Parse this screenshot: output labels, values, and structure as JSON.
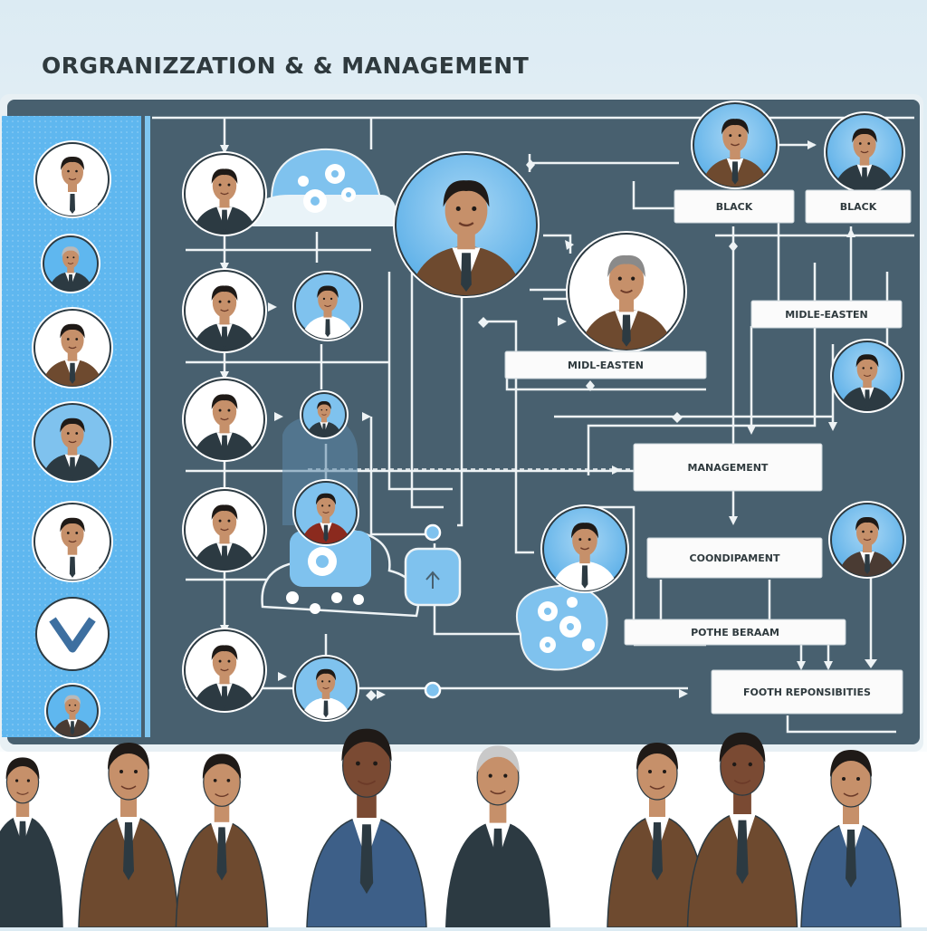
{
  "header": {
    "title": "ORGRANIZZATION & & MANAGEMENT"
  },
  "colors": {
    "board": "#48606f",
    "board_edge": "#e8f0f4",
    "sidebar": "#5fb7ef",
    "line": "#eef3f5",
    "avatar_bg": "#7fc2ee",
    "suit_brown": "#6e4a2f",
    "suit_blue": "#3d5f88",
    "skin": "#c6906a",
    "label_bg": "#fbfbfb"
  },
  "labels": {
    "black_1": "BLACK",
    "black_2": "BLACK",
    "middle_eastern_1": "MIDLE-EASTEN",
    "middle_eastern_2": "MIDL-EASTEN",
    "management": "MANAGEMENT",
    "coordination": "COONDIPAMENT",
    "position": "POTHE BERAAM",
    "responsibilities": "FOOTH REPONSIBITIES"
  }
}
